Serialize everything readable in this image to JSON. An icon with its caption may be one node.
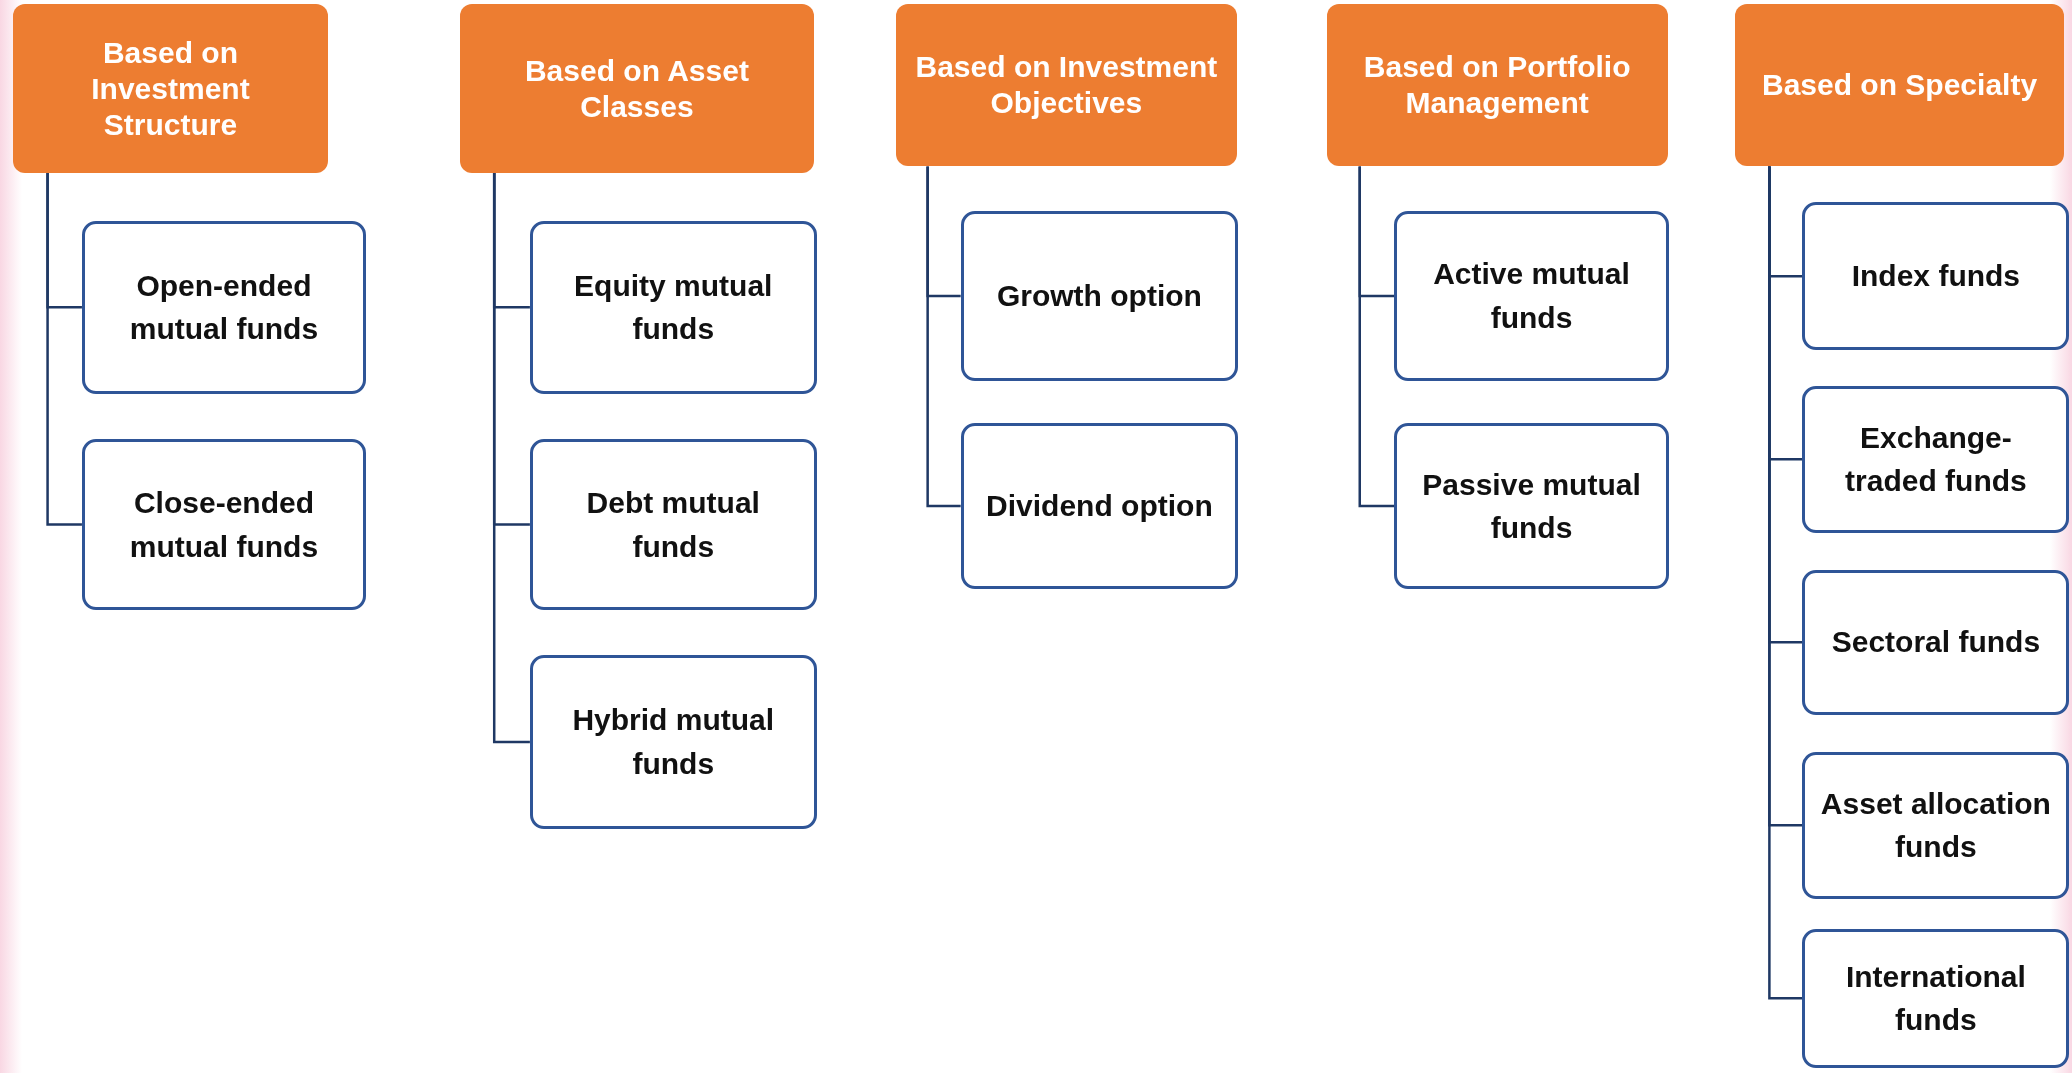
{
  "diagram": {
    "nodes": [
      {
        "text": [
          "Based on Investment Structure"
        ]
      },
      {
        "text": [
          "Open-ended mutual funds"
        ]
      },
      {
        "text": [
          "Close-ended mutual funds"
        ]
      },
      {
        "text": [
          "Based on Asset Classes"
        ]
      },
      {
        "text": [
          "Equity mutual funds"
        ]
      },
      {
        "text": [
          "Debt mutual funds"
        ]
      },
      {
        "text": [
          "Hybrid mutual funds"
        ]
      },
      {
        "text": [
          "Based on Investment Objectives"
        ]
      },
      {
        "text": [
          "Growth option"
        ]
      },
      {
        "text": [
          "Dividend option"
        ]
      },
      {
        "text": [
          "Based on Portfolio Management"
        ]
      },
      {
        "text": [
          "Active mutual funds"
        ]
      },
      {
        "text": [
          "Passive mutual funds"
        ]
      },
      {
        "text": [
          "Based on Specialty"
        ]
      },
      {
        "text": [
          "Index funds"
        ]
      },
      {
        "text": [
          "Exchange-traded funds"
        ]
      },
      {
        "text": [
          "Sectoral funds"
        ]
      },
      {
        "text": [
          "Asset allocation funds"
        ]
      },
      {
        "text": [
          "International funds"
        ]
      }
    ],
    "edges": [
      {
        "from": 0,
        "to": 1,
        "arrow": "none"
      },
      {
        "from": 0,
        "to": 2,
        "arrow": "none"
      },
      {
        "from": 3,
        "to": 4,
        "arrow": "none"
      },
      {
        "from": 3,
        "to": 5,
        "arrow": "none"
      },
      {
        "from": 3,
        "to": 6,
        "arrow": "none"
      },
      {
        "from": 7,
        "to": 8,
        "arrow": "none"
      },
      {
        "from": 7,
        "to": 9,
        "arrow": "none"
      },
      {
        "from": 10,
        "to": 11,
        "arrow": "none"
      },
      {
        "from": 10,
        "to": 12,
        "arrow": "none"
      },
      {
        "from": 13,
        "to": 14,
        "arrow": "none"
      },
      {
        "from": 13,
        "to": 15,
        "arrow": "none"
      },
      {
        "from": 13,
        "to": 16,
        "arrow": "none"
      },
      {
        "from": 13,
        "to": 17,
        "arrow": "none"
      },
      {
        "from": 13,
        "to": 18,
        "arrow": "none"
      }
    ]
  }
}
